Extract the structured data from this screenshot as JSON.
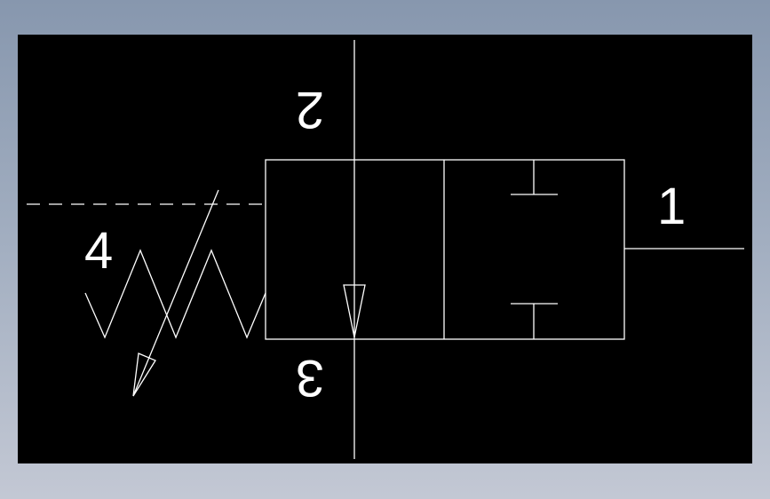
{
  "labels": {
    "port_1": "1",
    "port_2": "2",
    "port_3": "3",
    "port_4": "4"
  },
  "colors": {
    "background": "#000000",
    "line": "#ffffff",
    "frame_gradient_top": "#8797ae",
    "frame_gradient_bottom": "#c3c8d4"
  }
}
